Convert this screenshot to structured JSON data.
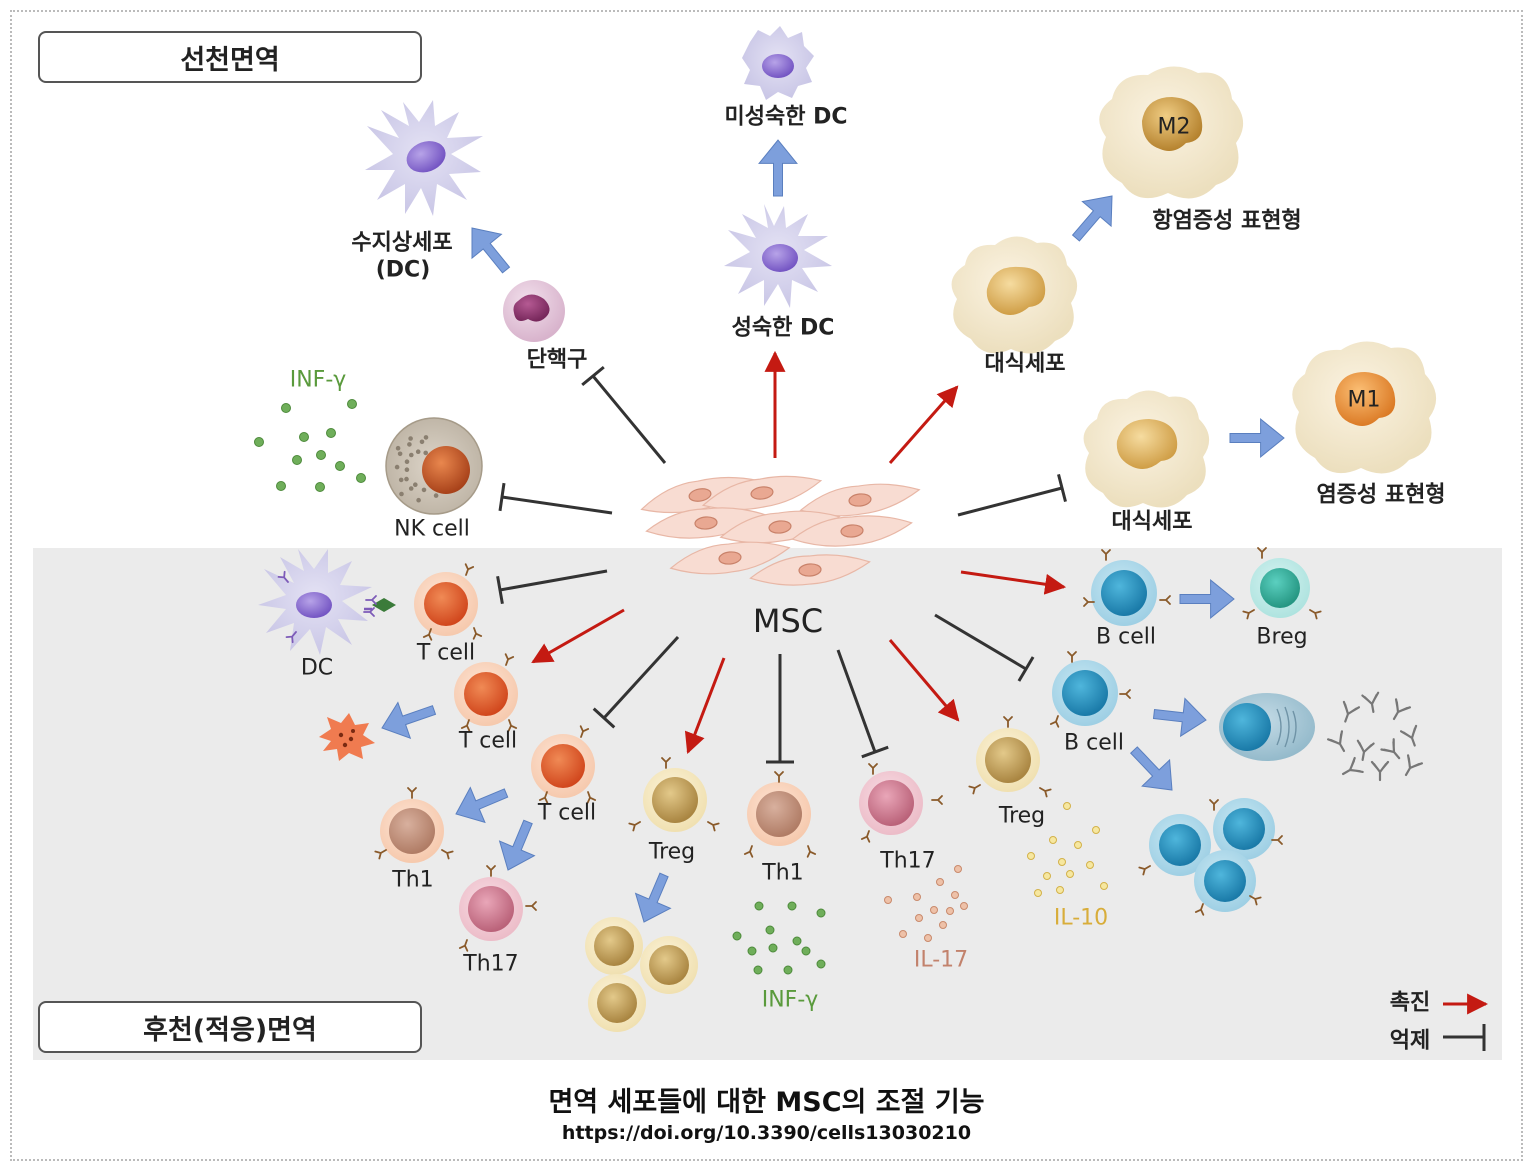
{
  "sections": {
    "innate": "선천면역",
    "adaptive": "후천(적응)면역"
  },
  "labels": {
    "dc_immature": "미성숙한 DC",
    "dc_mature": "성숙한 DC",
    "dc_name": "수지상세포",
    "dc_abbr": "(DC)",
    "monocyte": "단핵구",
    "macrophage_1": "대식세포",
    "macrophage_2": "대식세포",
    "m2": "M2",
    "m1": "M1",
    "anti_inflammatory": "항염증성 표현형",
    "inflammatory": "염증성 표현형",
    "inf_gamma_top": "INF-γ",
    "nk_cell": "NK cell",
    "msc": "MSC",
    "dc_adaptive": "DC",
    "t_cell_1": "T cell",
    "t_cell_2": "T cell",
    "t_cell_3": "T cell",
    "th1_left": "Th1",
    "th17_left": "Th17",
    "treg_mid": "Treg",
    "th1_mid": "Th1",
    "inf_gamma_bottom": "INF-γ",
    "th17_mid": "Th17",
    "il17": "IL-17",
    "treg_right": "Treg",
    "il10": "IL-10",
    "b_cell_1": "B cell",
    "breg": "Breg",
    "b_cell_2": "B cell"
  },
  "legend": {
    "promote": "촉진",
    "suppress": "억제"
  },
  "caption": {
    "title": "면역 세포들에 대한 MSC의 조절 기능",
    "doi": "https://doi.org/10.3390/cells13030210"
  },
  "colors": {
    "promote": "#c41a12",
    "suppress": "#333333",
    "transition": "#7d9fdc",
    "adaptive_bg": "#ebebeb"
  }
}
